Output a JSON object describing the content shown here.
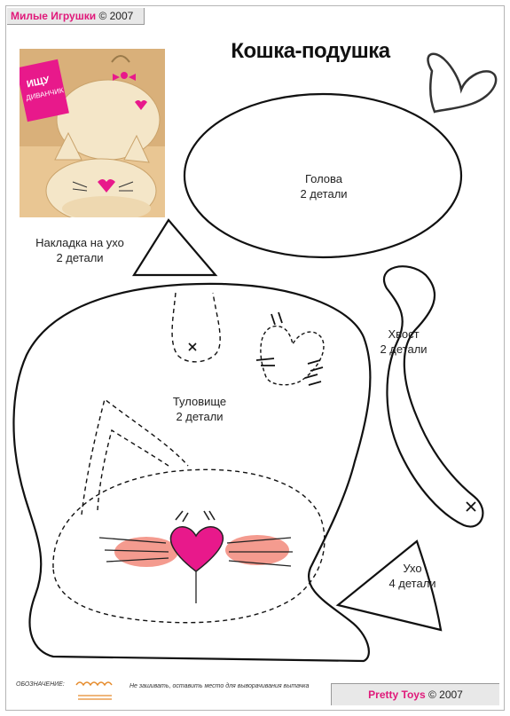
{
  "header": {
    "brand": "Милые Игрушки",
    "year": "© 2007"
  },
  "title": "Кошка-подушка",
  "photo": {
    "tag_line1": "ИЩУ",
    "tag_line2": "ДИВАНЧИК"
  },
  "pieces": {
    "head": {
      "name": "Голова",
      "count": "2 детали"
    },
    "ear_patch": {
      "name": "Накладка на ухо",
      "count": "2 детали"
    },
    "tail": {
      "name": "Хвост",
      "count": "2 детали"
    },
    "body": {
      "name": "Туловище",
      "count": "2 детали"
    },
    "ear": {
      "name": "Ухо",
      "count": "4 детали"
    }
  },
  "legend": {
    "key": "ОБОЗНАЧЕНИЕ:",
    "text": "Не зашивать, оставить место для выворачивания вытачка"
  },
  "footer": {
    "brand": "Pretty Toys",
    "year": "© 2007"
  },
  "colors": {
    "brand": "#e0197a",
    "heart": "#e8198b",
    "blush": "#f07a6a",
    "outline": "#111111"
  }
}
